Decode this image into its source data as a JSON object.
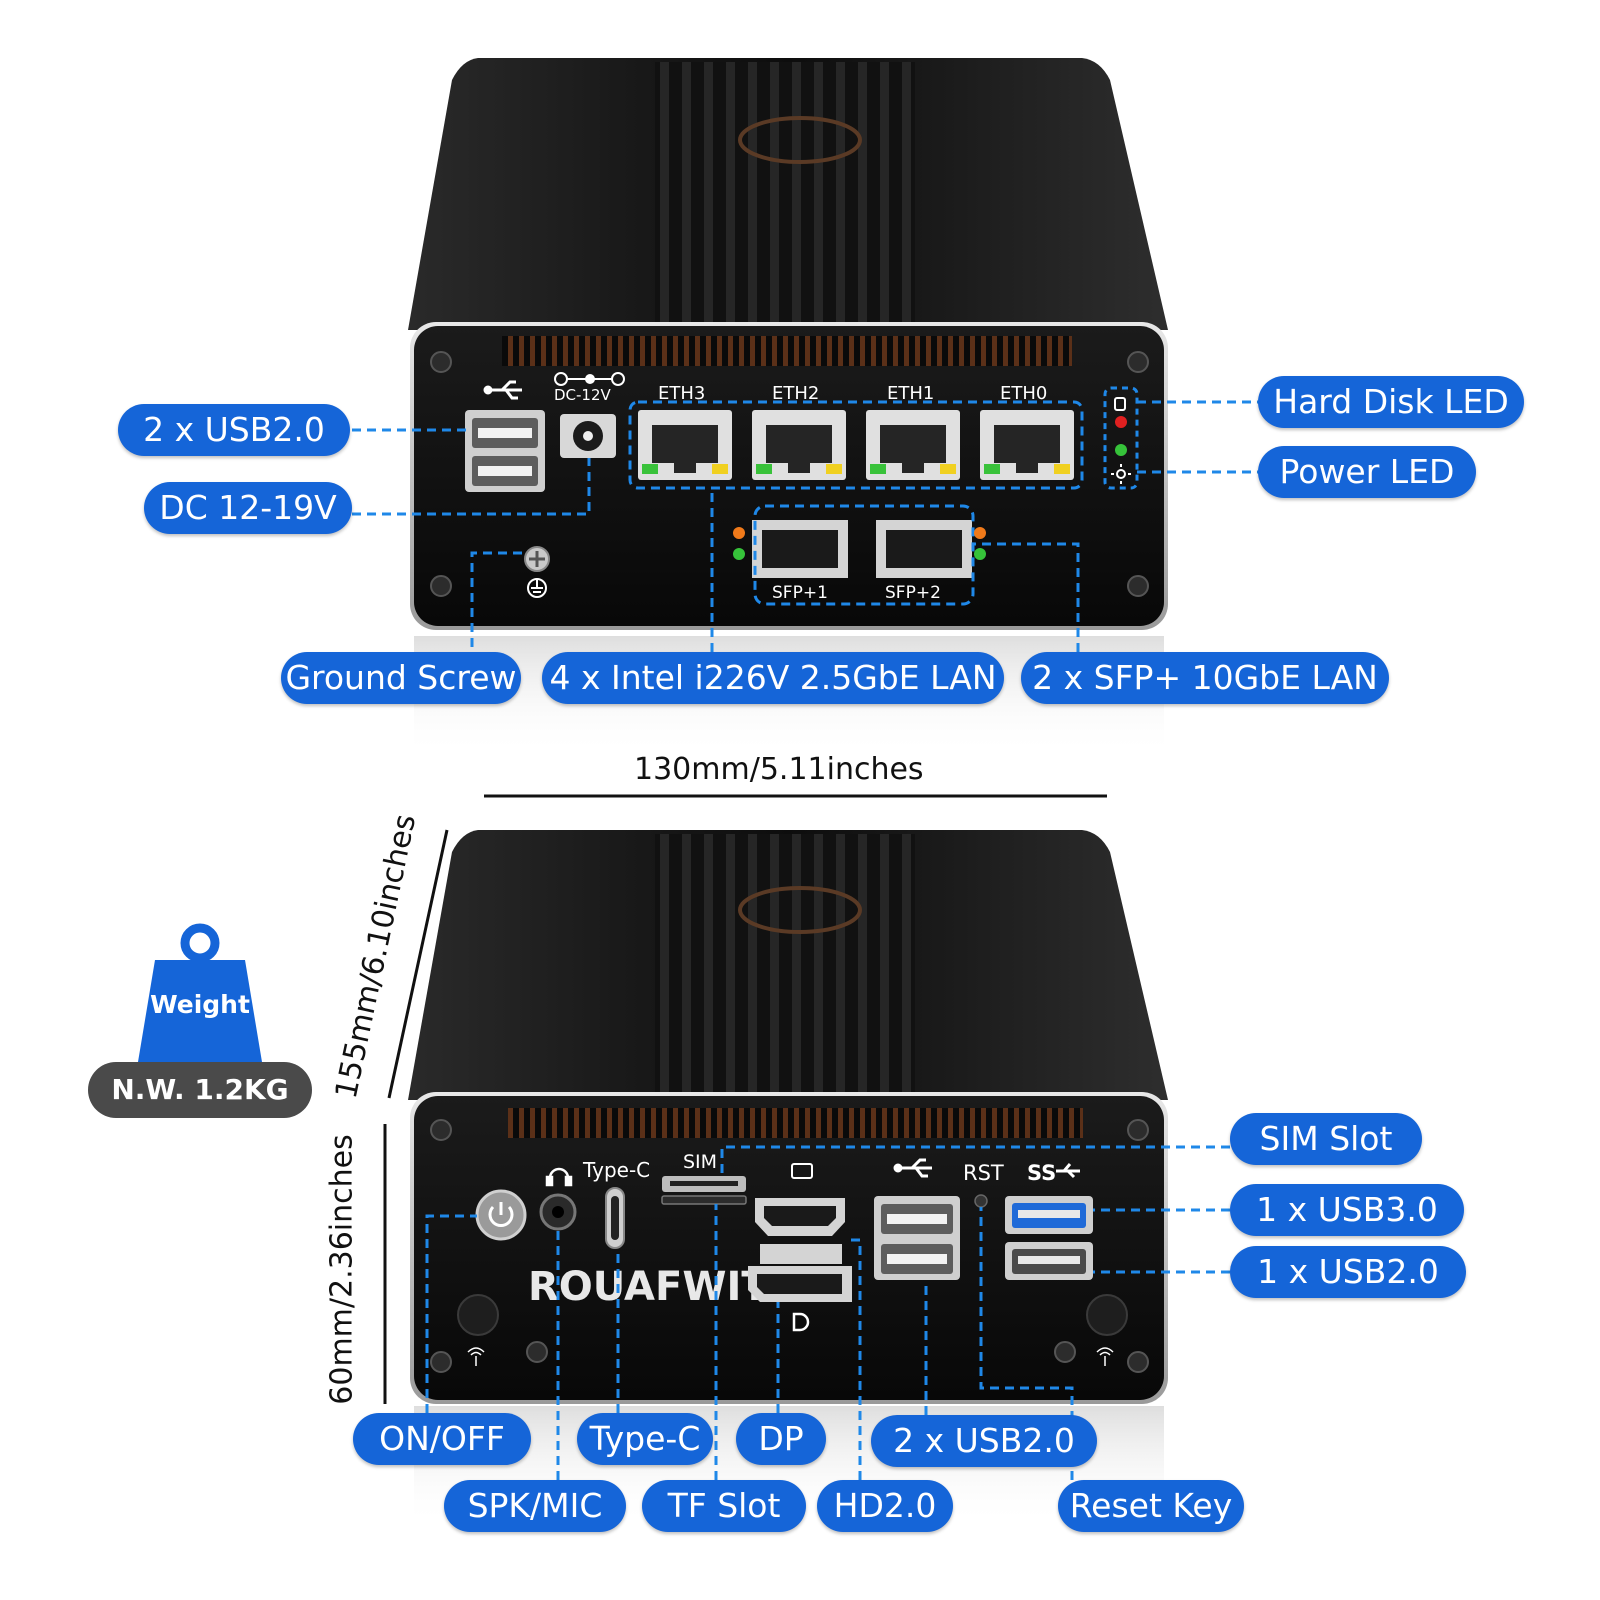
{
  "top_device": {
    "port_labels": {
      "dc": "DC-12V",
      "eth3": "ETH3",
      "eth2": "ETH2",
      "eth1": "ETH1",
      "eth0": "ETH0",
      "sfp1": "SFP+1",
      "sfp2": "SFP+2"
    }
  },
  "bottom_device": {
    "port_labels": {
      "type_c": "Type-C",
      "sim": "SIM",
      "rst": "RST",
      "ss": "SS"
    },
    "brand": "ROUAFWIT"
  },
  "callouts": {
    "usb2_top": "2 x USB2.0",
    "dc": "DC 12-19V",
    "hdd_led": "Hard Disk LED",
    "power_led": "Power LED",
    "ground": "Ground Screw",
    "lan": "4 x Intel i226V 2.5GbE LAN",
    "sfp": "2 x SFP+ 10GbE LAN",
    "sim_slot": "SIM Slot",
    "usb3": "1 x USB3.0",
    "usb2_right": "1 x USB2.0",
    "onoff": "ON/OFF",
    "typec": "Type-C",
    "dp": "DP",
    "usb2_bottom": "2 x USB2.0",
    "spk": "SPK/MIC",
    "tf": "TF Slot",
    "hd": "HD2.0",
    "reset": "Reset Key"
  },
  "dimensions": {
    "width": "130mm/5.11inches",
    "depth": "155mm/6.10inches",
    "height": "60mm/2.36inches"
  },
  "weight": {
    "label": "Weight",
    "value": "N.W. 1.2KG"
  },
  "colors": {
    "callout_blue": "#1565d8",
    "device_black": "#141414",
    "weight_gray": "#4a4a4a"
  }
}
